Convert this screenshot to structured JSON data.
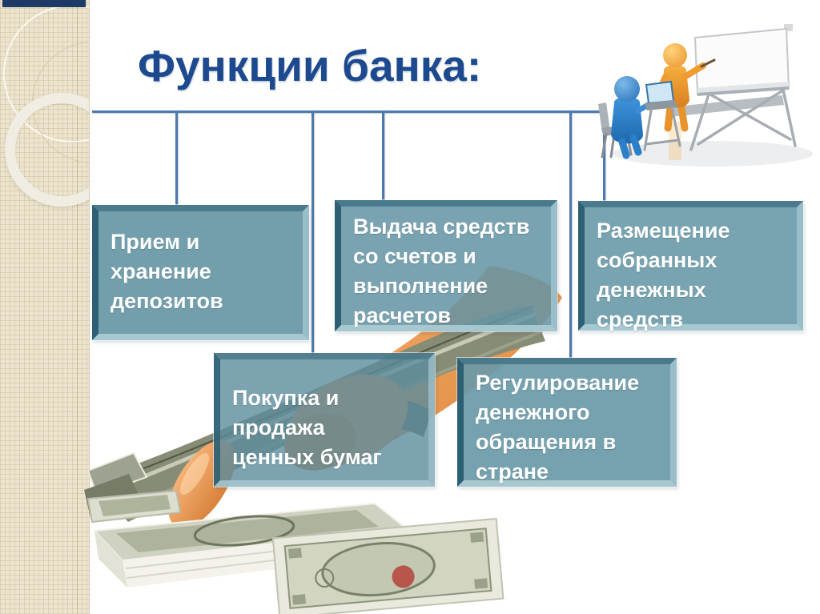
{
  "slide_title": "Функции банка:",
  "diagram": {
    "boxes": [
      {
        "id": "deposits",
        "text": "Прием и\nхранение\nдепозитов"
      },
      {
        "id": "payout",
        "text": "Выдача средств\nсо счетов и\nвыполнение\nрасчетов"
      },
      {
        "id": "placement",
        "text": "Размещение\nсобранных\nденежных\nсредств"
      },
      {
        "id": "securities",
        "text": "Покупка и\nпродажа\nценных бумаг"
      },
      {
        "id": "regulation",
        "text": "Регулирование\nденежного\nобращения в\nстране"
      }
    ]
  },
  "colors": {
    "title_blue": "#1d4a8f",
    "connector_blue": "#4d7aad",
    "box_teal": "#6898a7",
    "box_text": "#ffffff",
    "sidebar_beige": "#ece4cf",
    "navy_bar": "#1d3b66",
    "clipart_orange": "#f0a13a",
    "clipart_blue": "#2e86d1",
    "money_green": "#868c75"
  },
  "decorations": {
    "top_right": "presenter-at-whiteboard-with-laptop-student",
    "bottom_left": "hand-riffling-stack-of-dollar-bills"
  }
}
